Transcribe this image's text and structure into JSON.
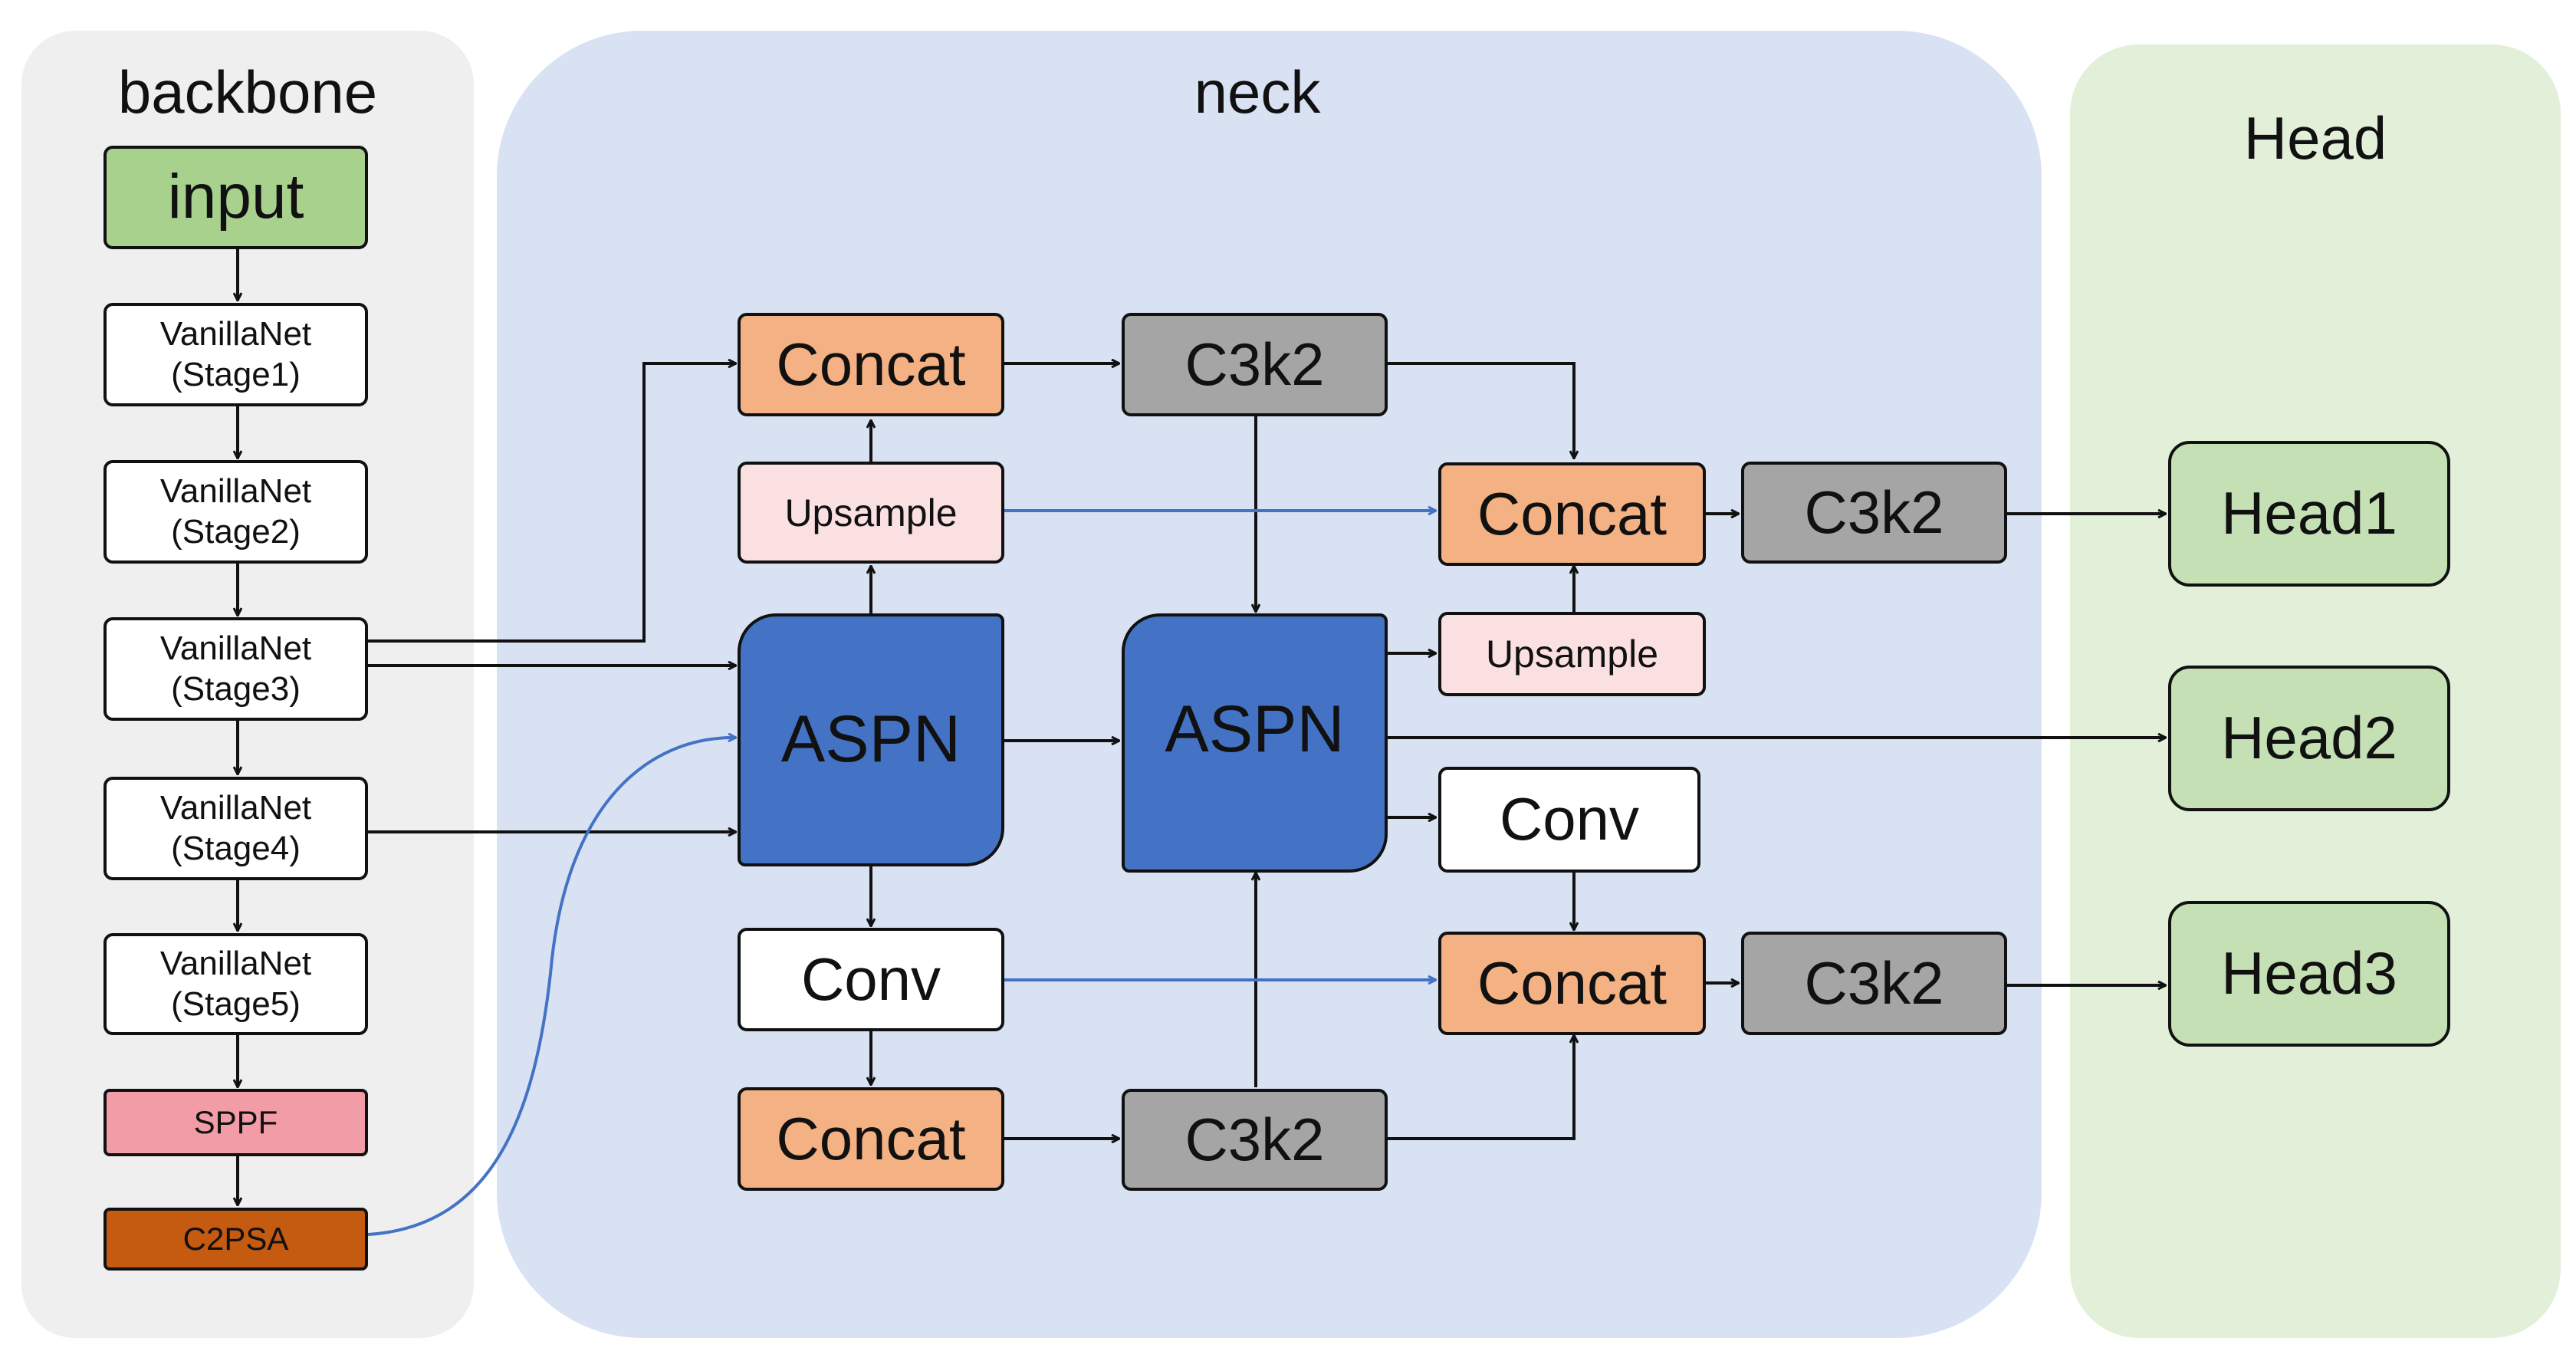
{
  "colors": {
    "backbone_bg": "#efefef",
    "neck_bg": "#d9e2f3",
    "head_bg": "#e2efd9",
    "green_node": "#a9d18e",
    "head_node": "#c5e0b4",
    "orange_node": "#f4b183",
    "gray_node": "#a5a5a5",
    "pink_node": "#fbe0e2",
    "blue_node": "#4472c4",
    "sppf": "#f19ca6",
    "c2psa": "#c55a11",
    "blue_wire": "#4472c4",
    "black_wire": "#111111"
  },
  "sections": {
    "backbone": "backbone",
    "neck": "neck",
    "head": "Head"
  },
  "backbone_nodes": {
    "input": "input",
    "stage1": "VanillaNet\n(Stage1)",
    "stage2": "VanillaNet\n(Stage2)",
    "stage3": "VanillaNet\n(Stage3)",
    "stage4": "VanillaNet\n(Stage4)",
    "stage5": "VanillaNet\n(Stage5)",
    "sppf": "SPPF",
    "c2psa": "C2PSA"
  },
  "neck_nodes": {
    "concat_top": "Concat",
    "c3k2_top": "C3k2",
    "upsample_left": "Upsample",
    "aspn_left": "ASPN",
    "aspn_right": "ASPN",
    "concat_mid": "Concat",
    "c3k2_mid": "C3k2",
    "upsample_right": "Upsample",
    "conv_right": "Conv",
    "conv_left": "Conv",
    "concat_low_right": "Concat",
    "c3k2_low_right": "C3k2",
    "concat_bottom": "Concat",
    "c3k2_bottom": "C3k2"
  },
  "head_nodes": {
    "head1": "Head1",
    "head2": "Head2",
    "head3": "Head3"
  }
}
